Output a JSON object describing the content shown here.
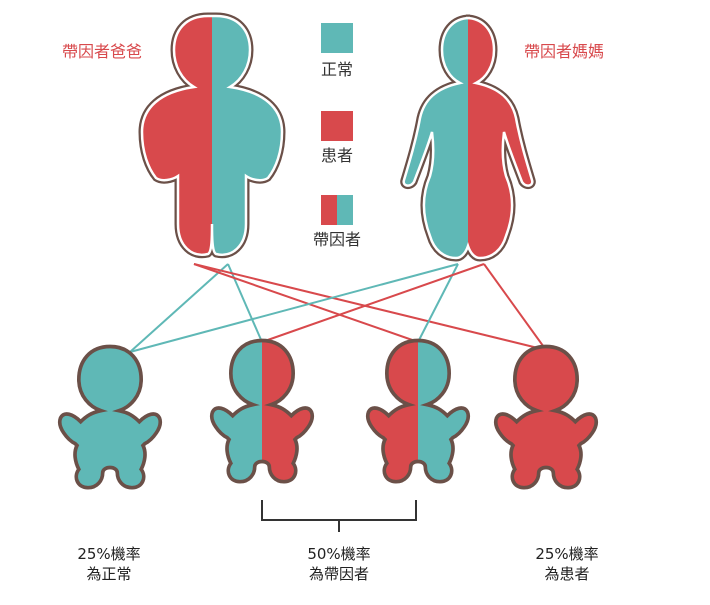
{
  "colors": {
    "normal": "#5fb8b6",
    "affected": "#d8494c",
    "outline": "#6b5048",
    "text_red": "#d8494c",
    "bracket": "#333333"
  },
  "labels": {
    "father": "帶因者爸爸",
    "mother": "帶因者媽媽"
  },
  "legend": {
    "normal": "正常",
    "affected": "患者",
    "carrier": "帶因者"
  },
  "outcomes": [
    {
      "percent": "25%機率",
      "result": "為正常"
    },
    {
      "percent": "50%機率",
      "result": "為帶因者"
    },
    {
      "percent": "25%機率",
      "result": "為患者"
    }
  ]
}
